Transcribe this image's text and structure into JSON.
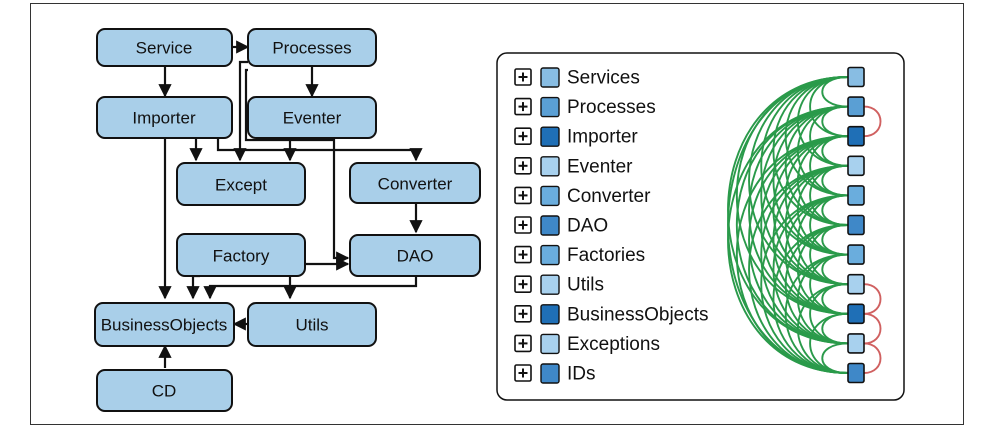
{
  "diagram": {
    "nodes": [
      {
        "id": "service",
        "label": "Service",
        "color": "#a9cfe9"
      },
      {
        "id": "processes",
        "label": "Processes",
        "color": "#a9cfe9"
      },
      {
        "id": "importer",
        "label": "Importer",
        "color": "#a9cfe9"
      },
      {
        "id": "eventer",
        "label": "Eventer",
        "color": "#a9cfe9"
      },
      {
        "id": "except",
        "label": "Except",
        "color": "#a9cfe9"
      },
      {
        "id": "converter",
        "label": "Converter",
        "color": "#a9cfe9"
      },
      {
        "id": "factory",
        "label": "Factory",
        "color": "#a9cfe9"
      },
      {
        "id": "dao",
        "label": "DAO",
        "color": "#a9cfe9"
      },
      {
        "id": "businessobjects",
        "label": "BusinessObjects",
        "color": "#a9cfe9"
      },
      {
        "id": "utils",
        "label": "Utils",
        "color": "#a9cfe9"
      },
      {
        "id": "cd",
        "label": "CD",
        "color": "#a9cfe9"
      }
    ],
    "edges": [
      {
        "from": "service",
        "to": "processes"
      },
      {
        "from": "service",
        "to": "importer"
      },
      {
        "from": "processes",
        "to": "eventer"
      },
      {
        "from": "processes",
        "to": "except"
      },
      {
        "from": "processes",
        "to": "dao"
      },
      {
        "from": "importer",
        "to": "except"
      },
      {
        "from": "importer",
        "to": "converter"
      },
      {
        "from": "importer",
        "to": "businessobjects"
      },
      {
        "from": "eventer",
        "to": "except"
      },
      {
        "from": "converter",
        "to": "dao"
      },
      {
        "from": "factory",
        "to": "dao"
      },
      {
        "from": "factory",
        "to": "businessobjects"
      },
      {
        "from": "factory",
        "to": "utils"
      },
      {
        "from": "utils",
        "to": "businessobjects"
      },
      {
        "from": "cd",
        "to": "businessobjects"
      }
    ]
  },
  "dependency_panel": {
    "items": [
      {
        "label": "Services",
        "color": "#88bde3"
      },
      {
        "label": "Processes",
        "color": "#5a9fd4"
      },
      {
        "label": "Importer",
        "color": "#1f6fb6"
      },
      {
        "label": "Eventer",
        "color": "#a8d1ee"
      },
      {
        "label": "Converter",
        "color": "#6aaddd"
      },
      {
        "label": "DAO",
        "color": "#3f88c8"
      },
      {
        "label": "Factories",
        "color": "#6aaddd"
      },
      {
        "label": "Utils",
        "color": "#a8d1ee"
      },
      {
        "label": "BusinessObjects",
        "color": "#1f6fb6"
      },
      {
        "label": "Exceptions",
        "color": "#a8d1ee"
      },
      {
        "label": "IDs",
        "color": "#3f88c8"
      }
    ],
    "dependency_color": "#2a9a4a",
    "cycle_color": "#d06060",
    "cycles": [
      [
        1,
        2
      ],
      [
        7,
        8
      ],
      [
        8,
        9
      ],
      [
        9,
        10
      ]
    ]
  }
}
